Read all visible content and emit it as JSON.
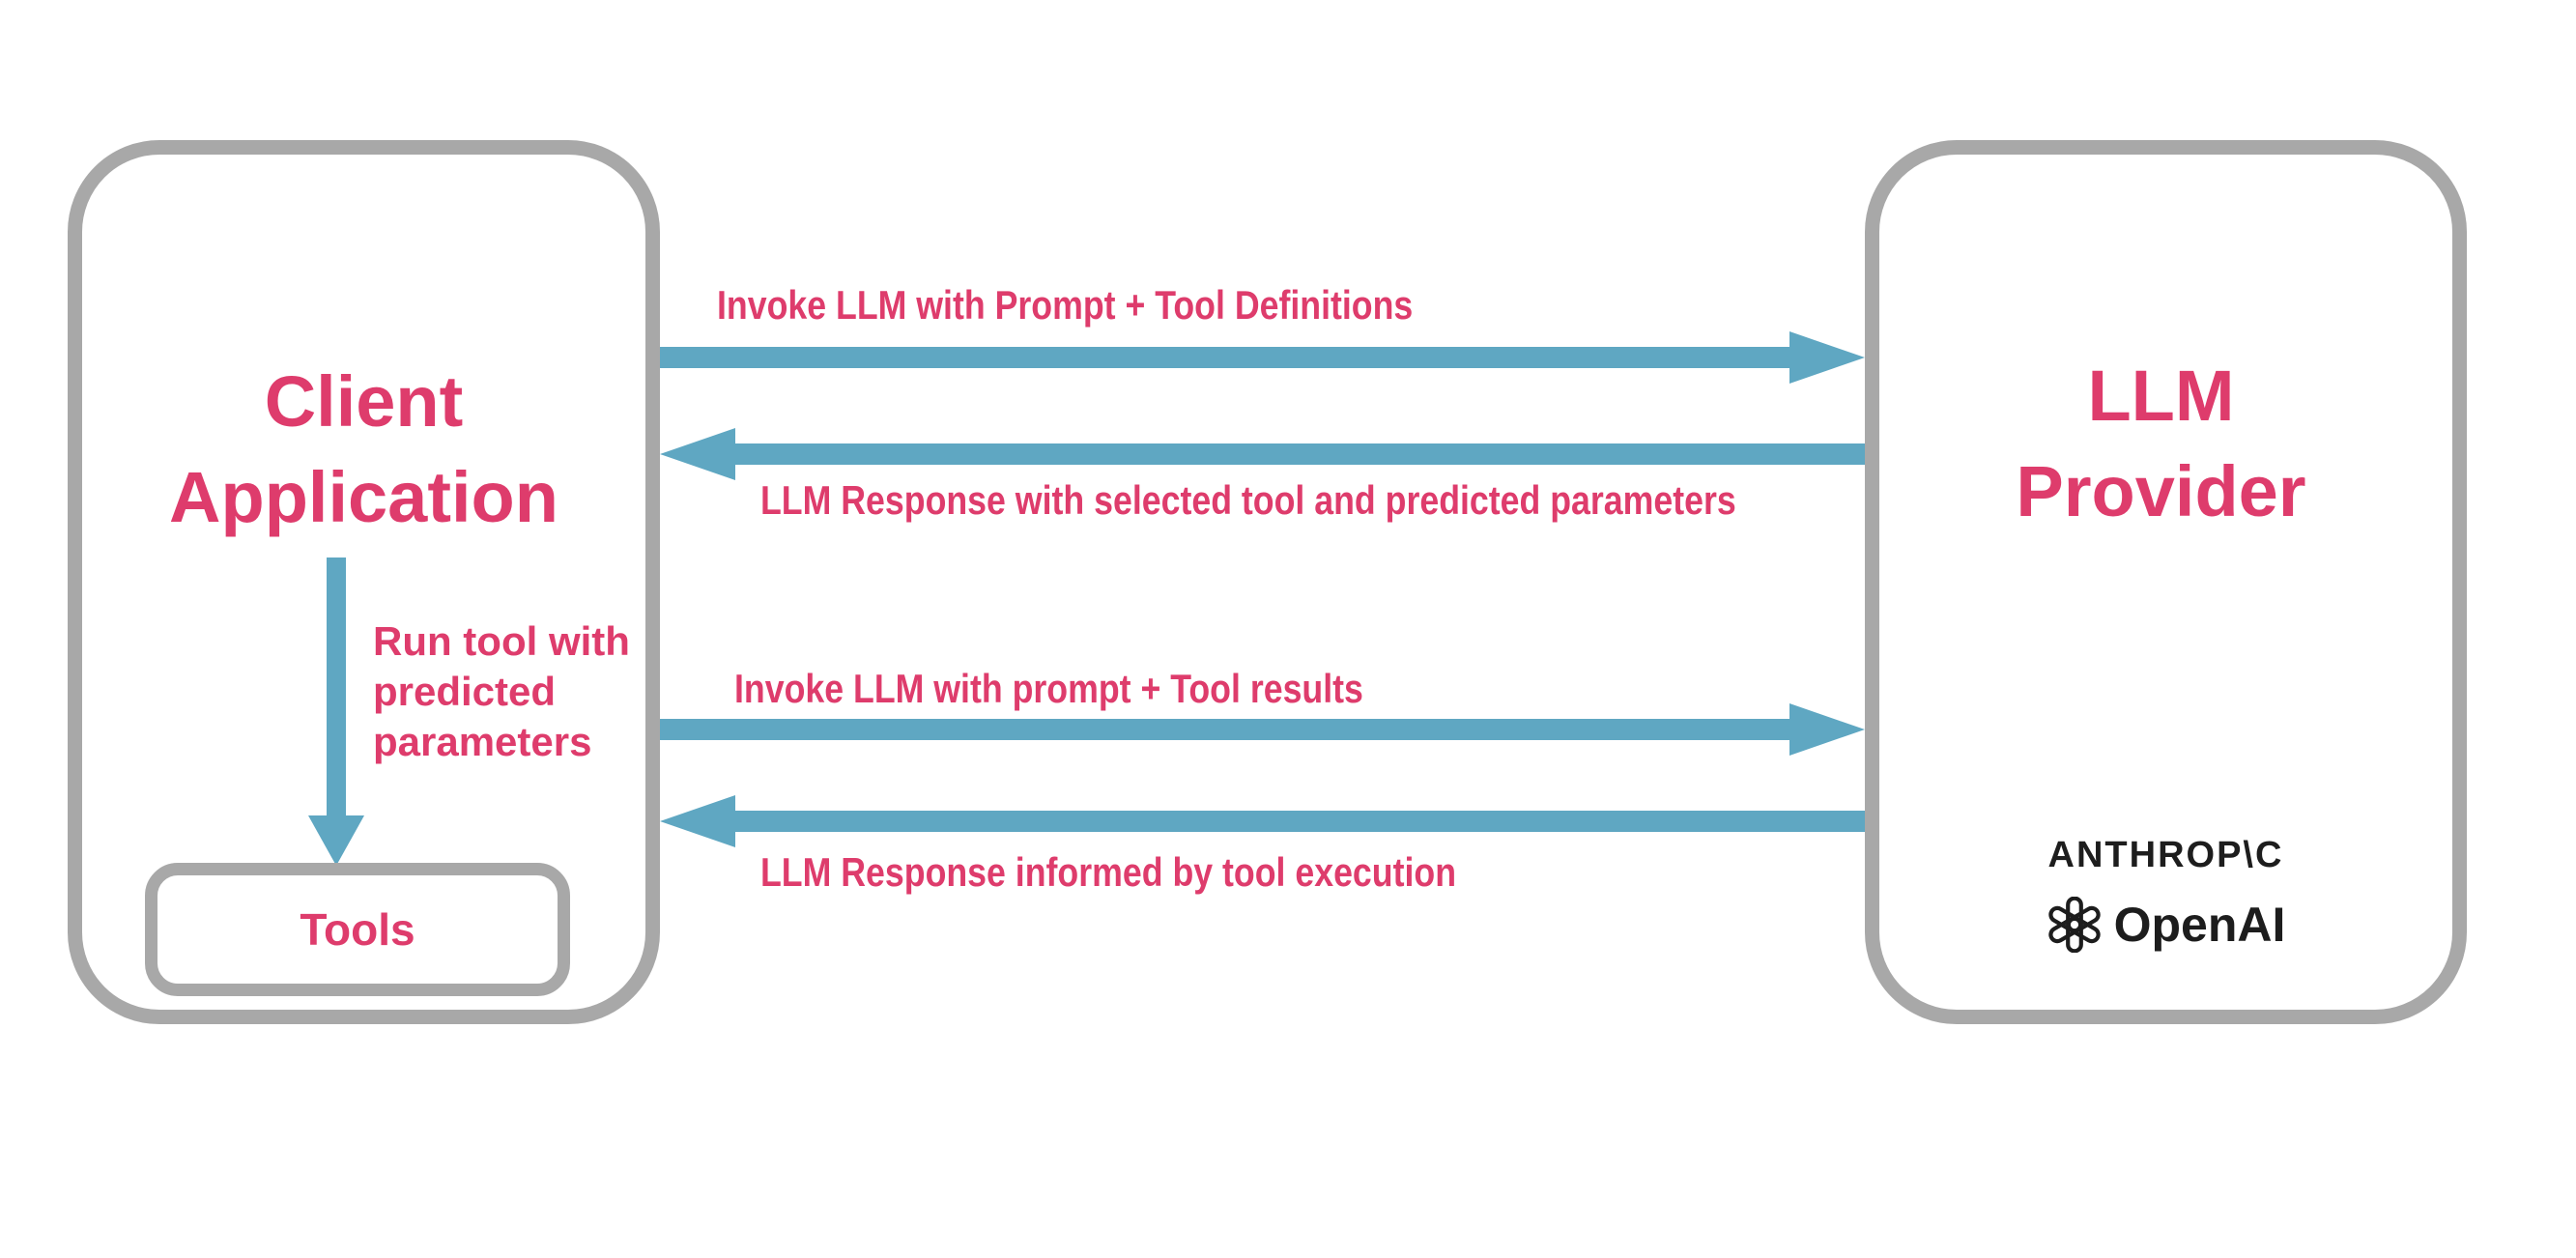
{
  "colors": {
    "pink": "#de3c6c",
    "blue": "#5fa7c2",
    "gray": "#a8a8a8",
    "dark": "#1d1d1d"
  },
  "client_box": {
    "title": [
      "Client",
      "Application"
    ],
    "run_tool_label": [
      "Run tool with",
      "predicted",
      "parameters"
    ],
    "tools_label": "Tools"
  },
  "provider_box": {
    "title": [
      "LLM",
      "Provider"
    ],
    "anthropic_wordmark": "ANTHROP\\C",
    "openai_wordmark": "OpenAI"
  },
  "flows": [
    {
      "label": "Invoke LLM with Prompt + Tool Definitions",
      "direction": "right"
    },
    {
      "label": "LLM Response with selected tool and predicted parameters",
      "direction": "left"
    },
    {
      "label": "Invoke LLM with prompt + Tool results",
      "direction": "right"
    },
    {
      "label": "LLM Response informed by tool execution",
      "direction": "left"
    }
  ]
}
